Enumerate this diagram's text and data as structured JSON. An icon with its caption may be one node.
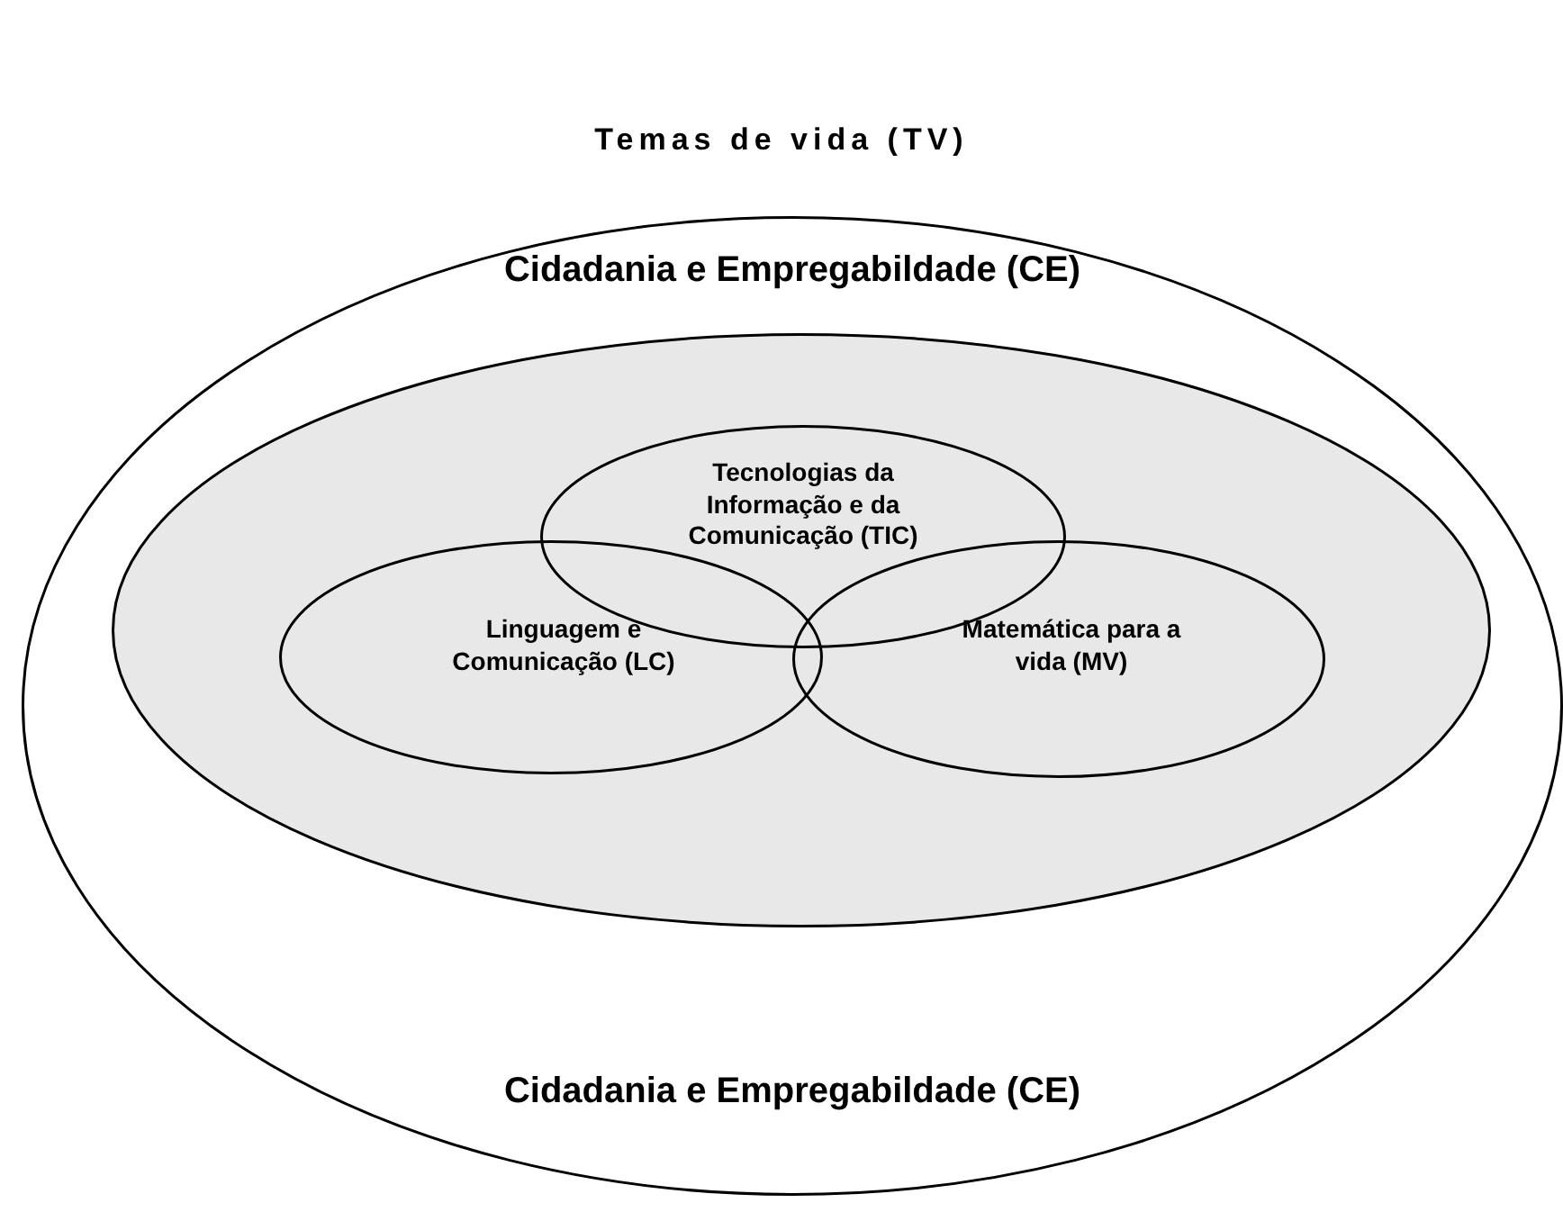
{
  "diagram": {
    "title": "Temas de vida (TV)",
    "nodes": [
      {
        "text": [
          "Cidadania e Empregabildade (CE)",
          "Cidadania e Empregabildade (CE)"
        ]
      },
      {
        "text": [],
        "shape": "ellipse",
        "in": 0
      },
      {
        "text": [
          "Tecnologias da Informação e da Comunicação (TIC)"
        ],
        "in": 1
      },
      {
        "text": [
          "Linguagem e Comunicação (LC)"
        ],
        "in": 1
      },
      {
        "text": [
          "Matemática para a vida (MV)"
        ],
        "in": 1
      }
    ]
  }
}
